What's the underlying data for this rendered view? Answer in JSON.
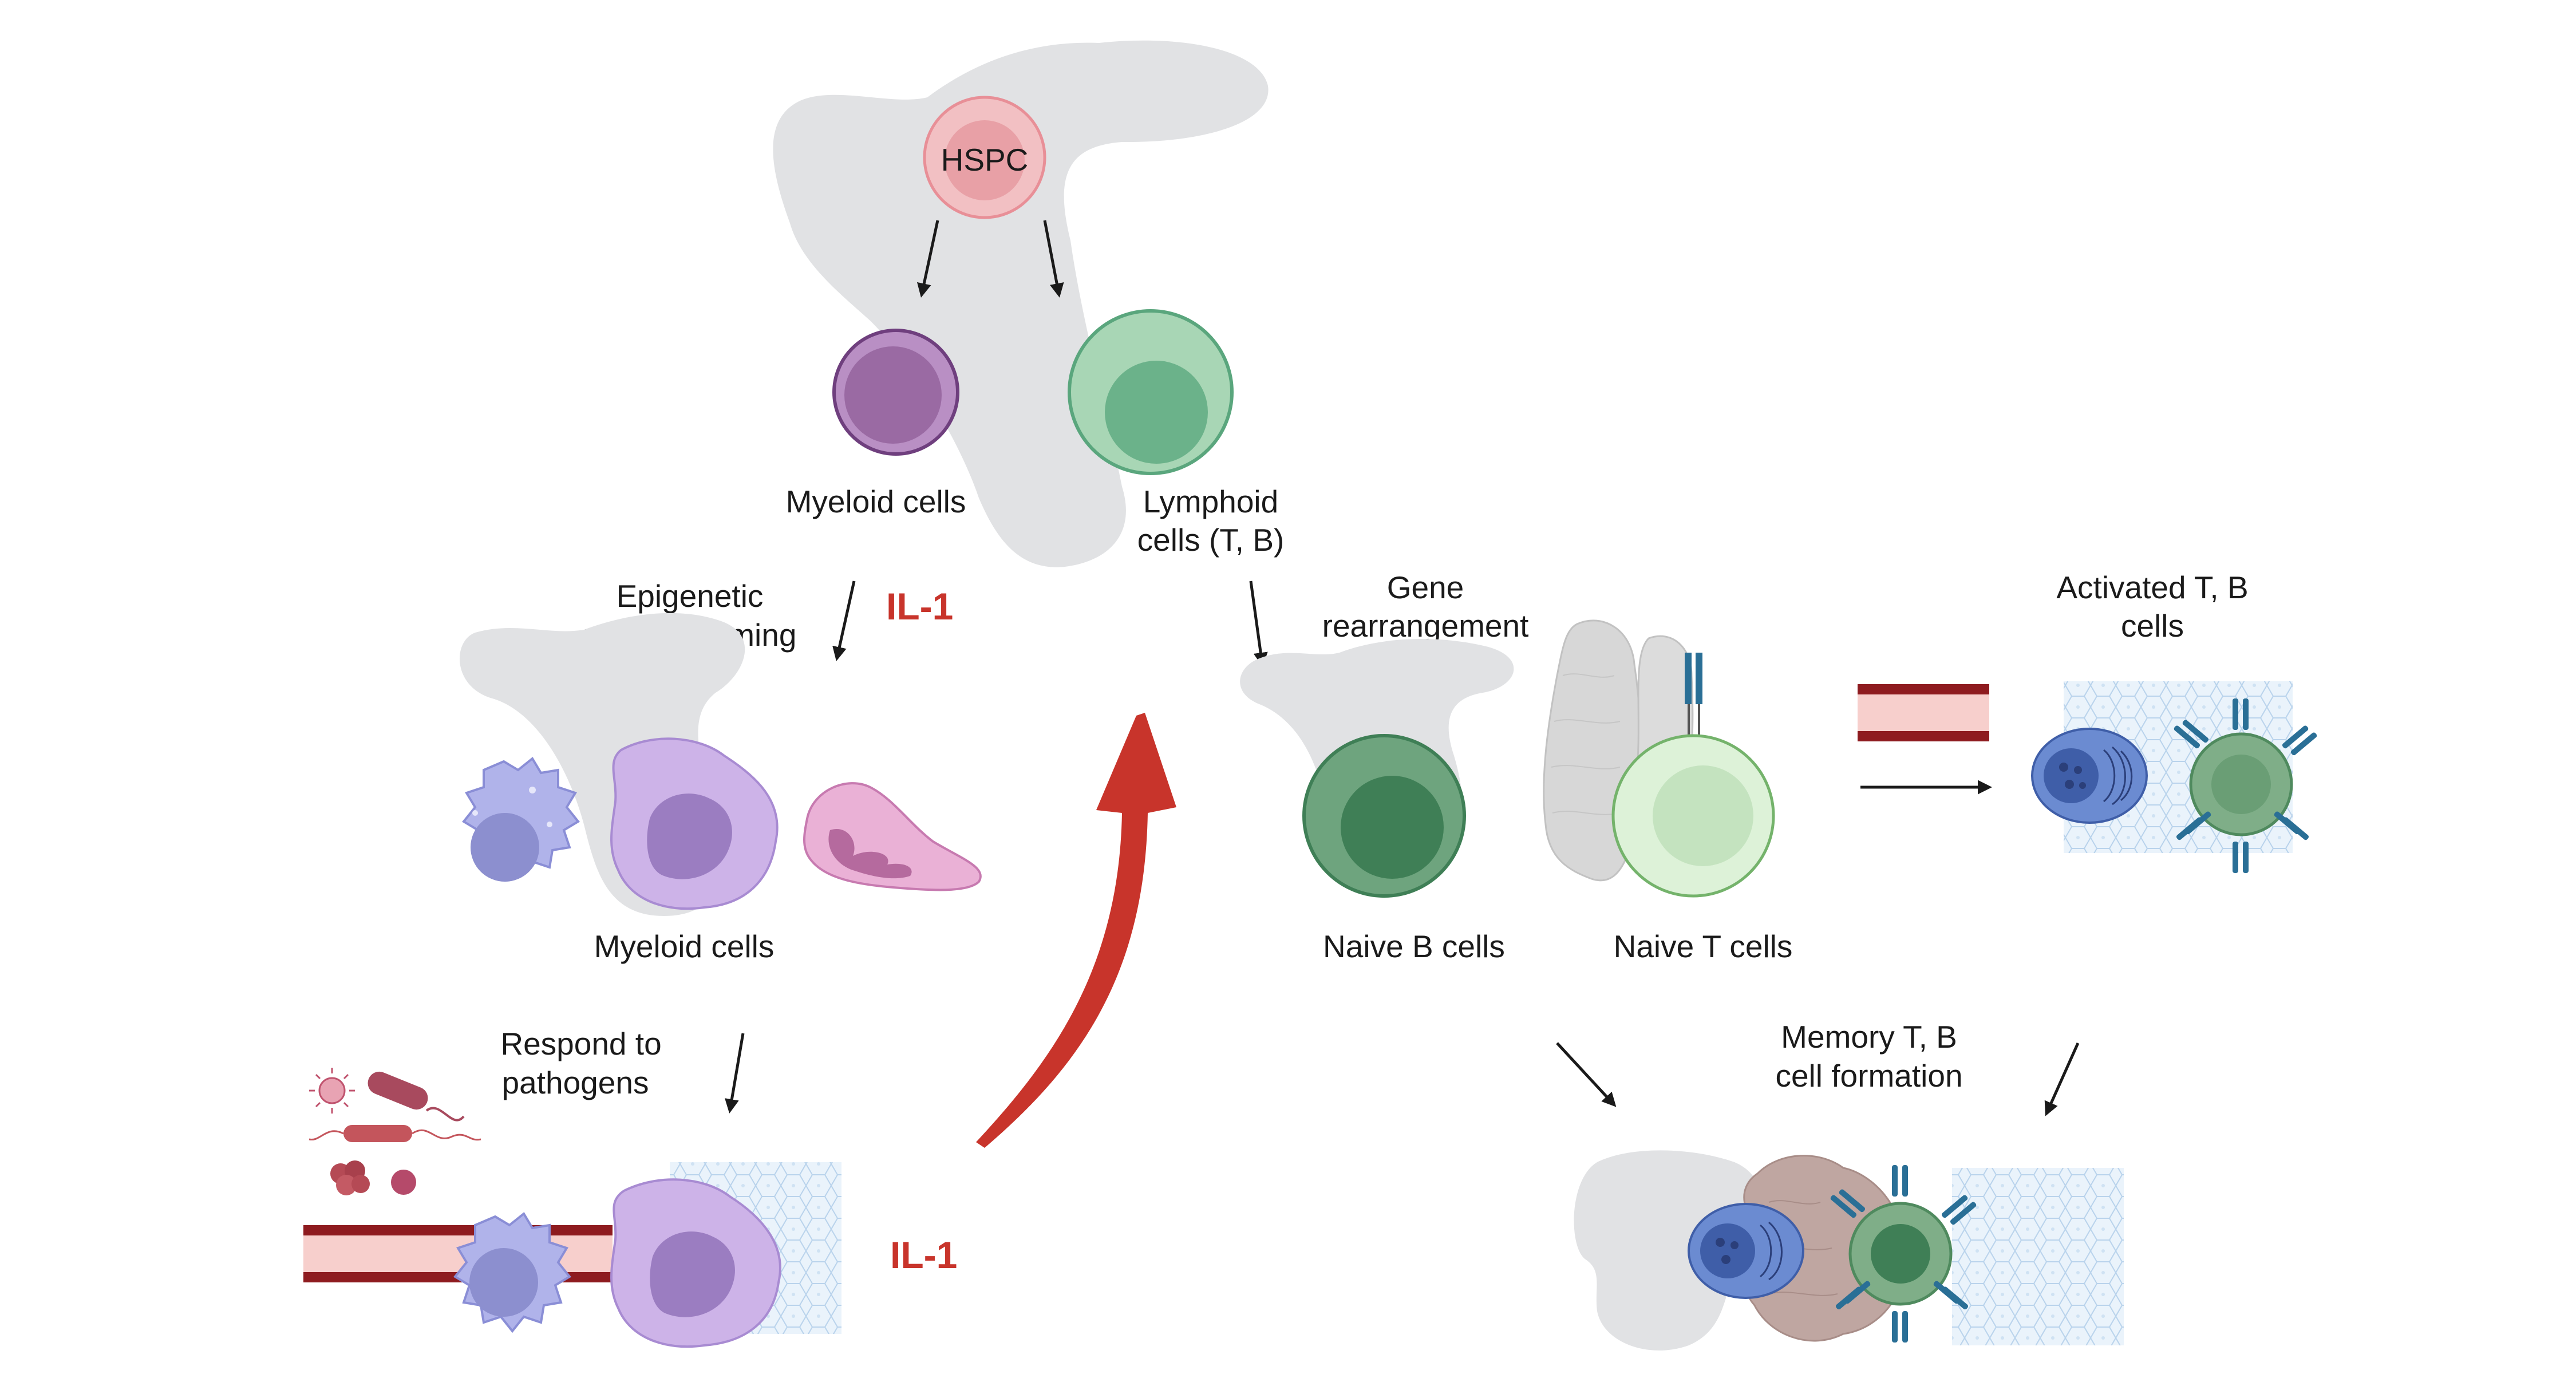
{
  "colors": {
    "il1": "#c8342b",
    "bone": "#e1e2e4",
    "arrow": "#1a1a1a",
    "vessel_wall": "#8e1b1f",
    "vessel_lumen": "#f7cfcc",
    "hspc": "#e88f97",
    "myeloid_progenitor": "#8d5b9a",
    "lymphoid_progenitor": "#5aa67d",
    "naive_b": "#3f7f56",
    "naive_t": "#d7f0d3",
    "monocyte": "#a6a6e3",
    "macrophage": "#bba3e0",
    "neutrophil": "#e6a1cc",
    "activated_b": "#4b6fb5",
    "activated_t": "#6da67d",
    "tcr": "#2a6f96",
    "tissue": "#d6e8f6",
    "thymus": "#d5d5d5",
    "lymph_node": "#bfa6a1"
  },
  "labels": {
    "hspc": "HSPC",
    "myeloid_cells_top": "Myeloid cells",
    "lymphoid_line1": "Lymphoid",
    "lymphoid_line2": "cells (T, B)",
    "epigenetic_line1": "Epigenetic",
    "epigenetic_line2": "reprogramming",
    "il1_top": "IL-1",
    "myeloid_cells_mid": "Myeloid cells",
    "respond_line1": "Respond to",
    "respond_line2": "pathogens",
    "il1_bottom": "IL-1",
    "gene_line1": "Gene",
    "gene_line2": "rearrangement",
    "naive_b": "Naive B cells",
    "naive_t": "Naive T cells",
    "activated_line1": "Activated T, B",
    "activated_line2": "cells",
    "memory_line1": "Memory T, B",
    "memory_line2": "cell formation"
  },
  "icons": [
    "bone-icon",
    "hspc-cell-icon",
    "myeloid-progenitor-icon",
    "lymphoid-progenitor-icon",
    "monocyte-icon",
    "macrophage-icon",
    "neutrophil-icon",
    "pathogens-icon",
    "blood-vessel-icon",
    "tissue-icon",
    "thymus-icon",
    "naive-b-cell-icon",
    "naive-t-cell-icon",
    "activated-b-cell-icon",
    "activated-t-cell-icon",
    "lymph-node-icon",
    "spleen-icon",
    "il1-feedback-arrow-icon"
  ]
}
